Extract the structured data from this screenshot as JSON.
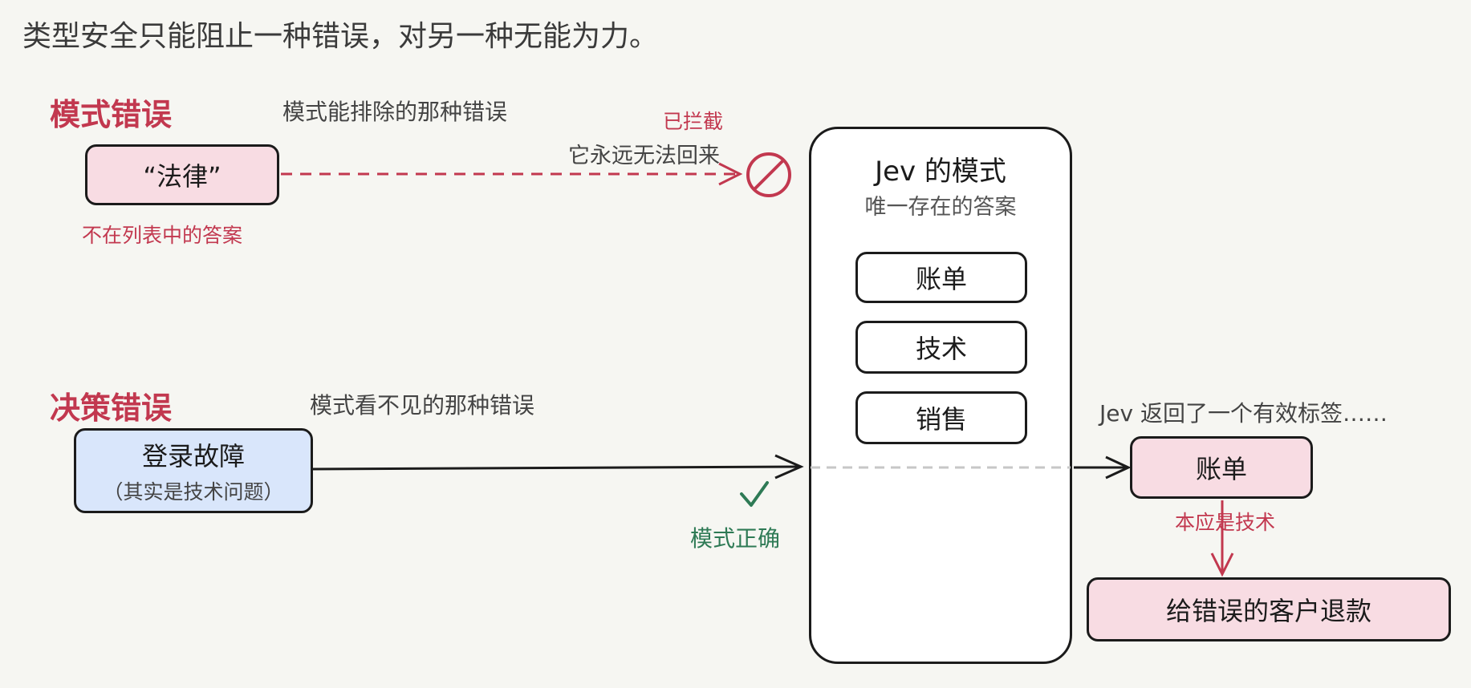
{
  "title": "类型安全只能阻止一种错误，对另一种无能为力。",
  "schema_error": {
    "heading": "模式错误",
    "description": "模式能排除的那种错误",
    "input_label": "“法律”",
    "input_note": "不在列表中的答案",
    "blocked_label": "已拦截",
    "blocked_note": "它永远无法回来"
  },
  "decision_error": {
    "heading": "决策错误",
    "description": "模式看不见的那种错误",
    "input_label": "登录故障",
    "input_sub": "（其实是技术问题）",
    "check_label": "模式正确"
  },
  "schema_box": {
    "title": "Jev 的模式",
    "subtitle": "唯一存在的答案",
    "options": [
      "账单",
      "技术",
      "销售"
    ]
  },
  "result": {
    "note": "Jev 返回了一个有效标签……",
    "label": "账单",
    "correction": "本应是技术",
    "consequence": "给错误的客户退款"
  },
  "colors": {
    "accent_red": "#c2384f",
    "pink_fill": "#f8dce3",
    "blue_fill": "#d9e6fb",
    "green": "#2e7a55"
  }
}
